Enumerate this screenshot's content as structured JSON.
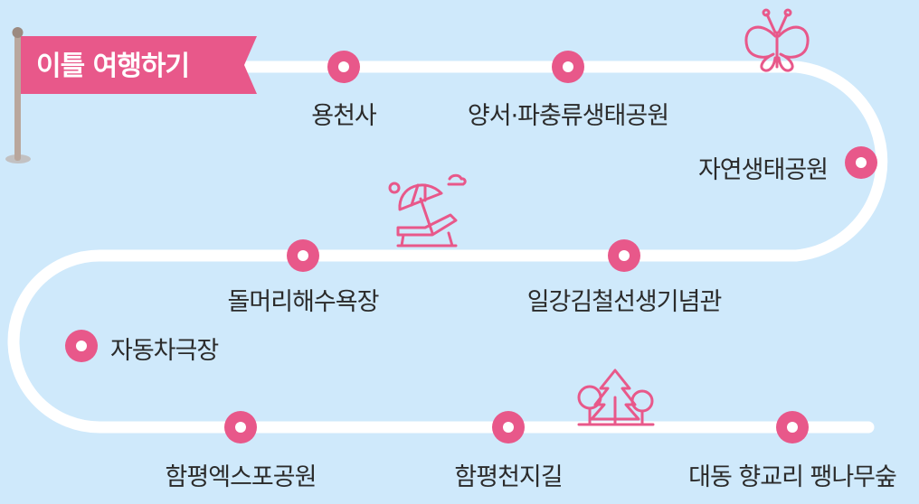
{
  "title": "이틀 여행하기",
  "colors": {
    "background": "#cfe9fb",
    "accent": "#e8588a",
    "path": "#ffffff",
    "pole": "#b9a79d"
  },
  "stops": [
    {
      "name": "용천사",
      "row": 1,
      "order": 1
    },
    {
      "name": "양서·파충류생태공원",
      "row": 1,
      "order": 2
    },
    {
      "name": "자연생태공원",
      "row": 1,
      "order": 3
    },
    {
      "name": "일강김철선생기념관",
      "row": 2,
      "order": 4
    },
    {
      "name": "돌머리해수욕장",
      "row": 2,
      "order": 5
    },
    {
      "name": "자동차극장",
      "row": 3,
      "order": 6
    },
    {
      "name": "함평엑스포공원",
      "row": 4,
      "order": 7
    },
    {
      "name": "함평천지길",
      "row": 4,
      "order": 8
    },
    {
      "name": "대동 향교리 팽나무숲",
      "row": 4,
      "order": 9
    }
  ],
  "icons": [
    "flag-icon",
    "butterfly-icon",
    "beach-umbrella-icon",
    "trees-icon"
  ]
}
